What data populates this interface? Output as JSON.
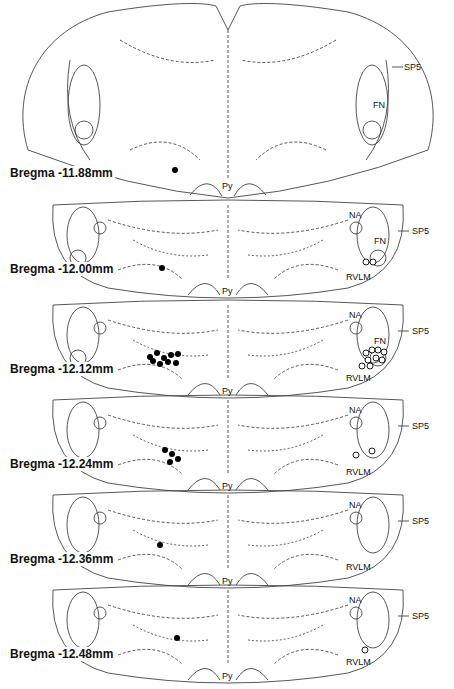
{
  "diagram": {
    "labels": [
      "SP5",
      "FN",
      "Bregma -11.88mm",
      "Py",
      "NA",
      "SP5",
      "FN",
      "Bregma -12.00mm",
      "RVLM",
      "Py",
      "NA",
      "SP5",
      "FN",
      "Bregma -12.12mm",
      "RVLM",
      "Py",
      "NA",
      "SP5",
      "Bregma -12.24mm",
      "RVLM",
      "Py",
      "NA",
      "SP5",
      "Bregma -12.36mm",
      "RVLM",
      "Py",
      "NA",
      "SP5",
      "Bregma -12.48mm",
      "RVLM",
      "Py"
    ]
  }
}
